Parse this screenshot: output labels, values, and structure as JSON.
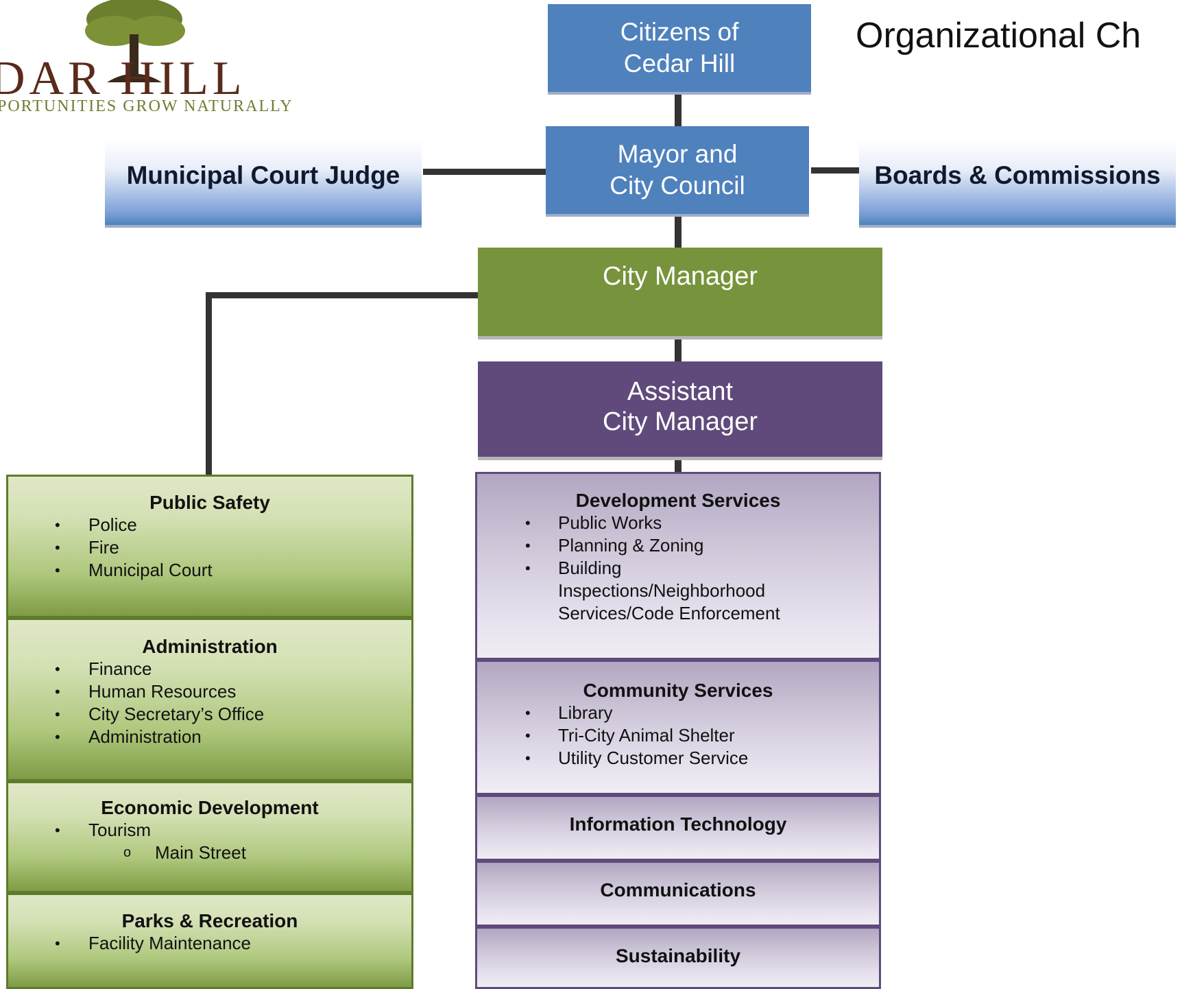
{
  "logo": {
    "wordmark": "DAR  HILL",
    "tagline": "PORTUNITIES GROW NATURALLY"
  },
  "title": "Organizational Ch",
  "nodes": {
    "citizens": "Citizens of\nCedar Hill",
    "mayor": "Mayor and\nCity Council",
    "judge": "Municipal Court Judge",
    "boards": "Boards & Commissions",
    "city_manager": "City Manager",
    "assistant_manager": "Assistant\nCity Manager"
  },
  "green_departments": [
    {
      "title": "Public Safety",
      "items": [
        "Police",
        "Fire",
        "Municipal Court"
      ]
    },
    {
      "title": "Administration",
      "items": [
        "Finance",
        "Human Resources",
        "City Secretary’s Office",
        "Administration"
      ]
    },
    {
      "title": "Economic Development",
      "items": [
        "Tourism"
      ],
      "sub_items": [
        "Main Street"
      ]
    },
    {
      "title": "Parks & Recreation",
      "items": [
        "Facility Maintenance"
      ]
    }
  ],
  "purple_departments": [
    {
      "title": "Development Services",
      "items": [
        "Public Works",
        "Planning & Zoning",
        "Building\nInspections/Neighborhood\nServices/Code Enforcement"
      ]
    },
    {
      "title": "Community Services",
      "items": [
        "Library",
        "Tri-City Animal Shelter",
        "Utility Customer Service"
      ]
    },
    {
      "title": "Information Technology"
    },
    {
      "title": "Communications"
    },
    {
      "title": "Sustainability"
    }
  ],
  "bullet_symbol": "•",
  "sub_bullet_symbol": "o",
  "colors": {
    "blue": "#4f81bd",
    "green": "#77933c",
    "purple": "#604a7b",
    "connector": "#333333"
  }
}
